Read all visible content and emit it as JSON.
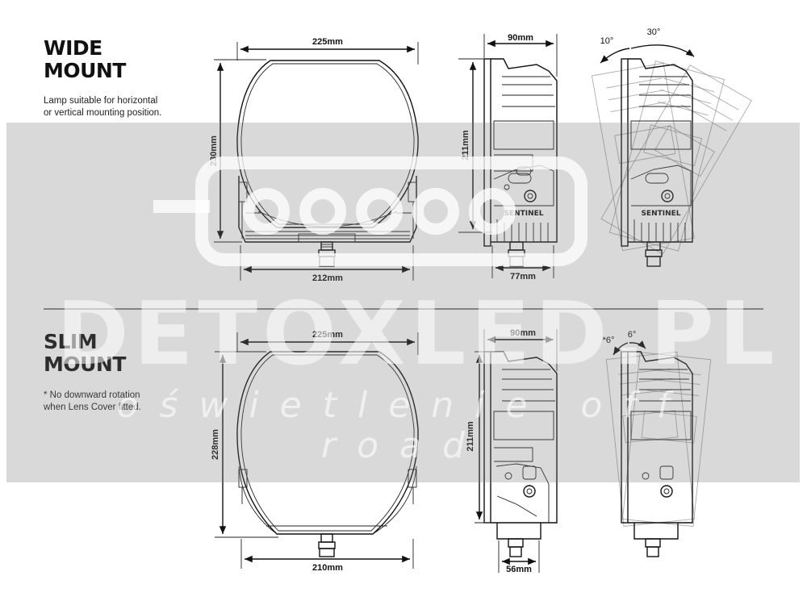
{
  "sections": {
    "wide": {
      "title_line1": "WIDE",
      "title_line2": "MOUNT",
      "note_line1": "Lamp suitable for horizontal",
      "note_line2": "or vertical mounting position.",
      "dims": {
        "front_width": "225mm",
        "front_height": "230mm",
        "base_width": "212mm",
        "side_depth": "90mm",
        "side_height": "211mm",
        "side_base": "77mm"
      },
      "angles": {
        "down": "10°",
        "up": "30°"
      }
    },
    "slim": {
      "title_line1": "SLIM",
      "title_line2": "MOUNT",
      "note_line1": "* No downward rotation",
      "note_line2": "when Lens Cover fitted.",
      "dims": {
        "front_width": "225mm",
        "front_height": "228mm",
        "base_width": "210mm",
        "side_depth": "90mm",
        "side_height": "211mm",
        "side_base": "56mm"
      },
      "angles": {
        "down": "*6°",
        "up": "6°"
      }
    }
  },
  "brand_label": "SENTINEL",
  "watermark": {
    "text": "DETOXLED.PL",
    "subtitle": "oświetlenie off road"
  },
  "colors": {
    "line": "#111111",
    "watermark_band": "#8c8c8c"
  }
}
